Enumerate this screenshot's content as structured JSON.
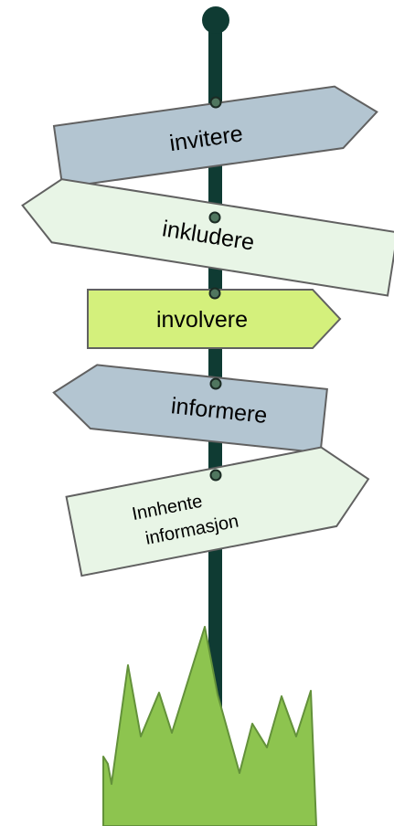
{
  "signs": {
    "invitere": {
      "label": "invitere"
    },
    "inkludere": {
      "label": "inkludere"
    },
    "involvere": {
      "label": "involvere"
    },
    "informere": {
      "label": "informere"
    },
    "innhente": {
      "line1": "Innhente",
      "line2": "informasjon"
    }
  },
  "colors": {
    "pole": "#0f3b33",
    "blue_gray": "#b3c5d1",
    "pale_green": "#e8f5e6",
    "lime": "#d4f07c",
    "grass": "#8dc44f",
    "outline": "#616161",
    "text": "#000000"
  }
}
